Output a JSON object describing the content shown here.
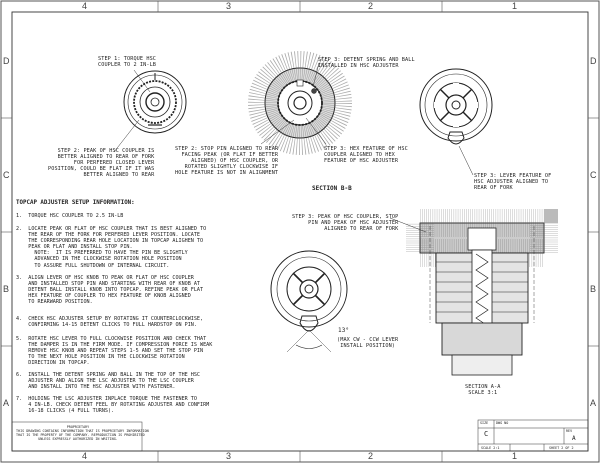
{
  "border": {
    "columns_top": [
      "4",
      "3",
      "2",
      "1"
    ],
    "columns_bottom": [
      "4",
      "3",
      "2",
      "1"
    ],
    "rows_left": [
      "D",
      "C",
      "B",
      "A"
    ],
    "rows_right": [
      "D",
      "C",
      "B",
      "A"
    ]
  },
  "callouts": {
    "step1": "STEP 1: TORQUE HSC\nCOUPLER TO 2 IN-LB",
    "step2": "STEP 2: PEAK OF HSC COUPLER IS\nBETTER ALIGNED TO REAR OF FORK\nFOR PERFERED CLOSED LEVER\nPOSITION, COULD BE FLAT IF IT WAS\nBETTER ALIGNED TO REAR",
    "step3_spring": "STEP 3: DETENT SPRING AND BALL\nINSTALLED IN HSC ADJUSTER",
    "step2_stop": "STEP 2: STOP PIN ALIGNED TO REAR\nFACING PEAK (OR FLAT IF BETTER\nALIGNED) OF HSC COUPLER, OR\nROTATED SLIGHTLY CLOCKWISE IF\nHOLE FEATURE IS NOT IN ALIGNMENT",
    "step3_hex": "STEP 3: HEX FEATURE OF HSC\nCOUPLER ALIGNED TO HEX\nFEATURE OF HSC ADJUSTER",
    "step3_lever": "STEP 3: LEVER FEATURE OF\nHSC ADJUSTER ALIGNED TO\nREAR OF FORK",
    "section_bb": "SECTION  B-B",
    "step3_peak": "STEP 3: PEAK OF HSC COUPLER, STOP\nPIN AND PEAK OF HSC ADJUSTER\nALIGNED TO REAR OF FORK",
    "angle": "13°",
    "lever_note": "(MAX CW - CCW LEVER\nINSTALL POSITION)",
    "section_aa": "SECTION A-A\nSCALE 3:1"
  },
  "instructions": {
    "heading": "TOPCAP ADJUSTER SETUP INFORMATION:",
    "steps": [
      "1.  TORQUE HSC COUPLER TO 2.5 IN-LB",
      "2.  LOCATE PEAK OR FLAT OF HSC COUPLER THAT IS BEST ALIGNED TO\n    THE REAR OF THE FORK FOR PERFERED LEVER POSITION. LOCATE\n    THE CORRESPONDING REAR HOLE LOCATION IN TOPCAP ALIGHEN TO\n    PEAK OR FLAT AND INSTALL STOP PIN.\n      NOTE:  IT IS PREFERRED TO HAVE THE PIN BE SLIGHTLY\n      ADVANCED IN THE CLOCKWISE ROTATION HOLE POSITION\n      TO ASSURE FULL SHUTDOWN OF INTERNAL CIRCUIT.",
      "3.  ALIGN LEVER OF HSC KNOB TO PEAK OR FLAT OF HSC COUPLER\n    AND INSTALLED STOP PIN AND STARTING WITH REAR OF KNOB AT\n    DETENT BALL INSTALL KNOB INTO TOPCAP. REFINE PEAK OR FLAT\n    HEX FEATURE OF COUPLER TO HEX FEATURE OF KNOB ALIGNED\n    TO REARWARD POSITION.",
      "4.  CHECK HSC ADJUSTER SETUP BY ROTATING IT COUNTERCLOCKWISE,\n    CONFIRMING 14-15 DETENT CLICKS TO FULL HARDSTOP ON PIN.",
      "5.  ROTATE HSC LEVER TO FULL CLOCKWISE POSITION AND CHECK THAT\n    THE DAMPER IS IN THE FIRM MODE. IF COMPRESSION FORCE IS WEAK\n    REMOVE HSC KNOB AND REPEAT STEPS 1-5 AND SET THE STOP PIN\n    TO THE NEXT HOLE POSITION IN THE CLOCKWISE ROTATION\n    DIRECTION IN TOPCAP.",
      "6.  INSTALL THE DETENT SPRING AND BALL IN THE TOP OF THE HSC\n    ADJUSTER AND ALIGN THE LSC ADJUSTER TO THE LSC COUPLER\n    AND INSTALL INTO THE HSC ADJUSTER WITH FASTENER.",
      "7.  HOLDING THE LSC ADJUSTER INPLACE TORQUE THE FASTENER TO\n    4 IN-LB. CHECK DETENT FEEL BY ROTATING ADJUSTER AND CONFIRM\n    16-18 CLICKS (4 FULL TURNS)."
    ]
  },
  "title_block": {
    "proprietary": "PROPRIETARY\nTHIS DRAWING CONTAINS INFORMATION THAT IS PROPRIETARY INFORMATION\nTHAT IS THE PROPERTY OF THE COMPANY. REPRODUCTION IS PROHIBITED\nUNLESS EXPRESSLY AUTHORIZED IN WRITING.",
    "size_label": "SIZE",
    "size": "C",
    "dwg_no_label": "DWG NO",
    "rev_label": "REV",
    "rev": "A",
    "scale": "SCALE 2:1",
    "sheet": "SHEET 2 OF 2"
  }
}
